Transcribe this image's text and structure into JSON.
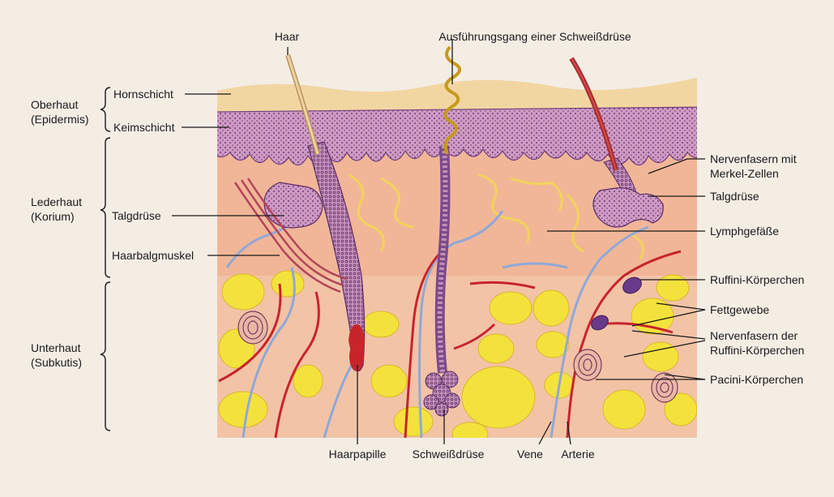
{
  "layers": {
    "oberhaut": {
      "name": "Oberhaut",
      "latin": "(Epidermis)"
    },
    "lederhaut": {
      "name": "Lederhaut",
      "latin": "(Korium)"
    },
    "unterhaut": {
      "name": "Unterhaut",
      "latin": "(Subkutis)"
    }
  },
  "labels": {
    "hornschicht": "Hornschicht",
    "keimschicht": "Keimschicht",
    "talgdruese_left": "Talgdrüse",
    "haarbalgmuskel": "Haarbalgmuskel",
    "haar": "Haar",
    "ausfuehrungsgang": "Ausführungsgang einer Schweißdrüse",
    "nervenfasern_merkel_1": "Nervenfasern mit",
    "nervenfasern_merkel_2": "Merkel-Zellen",
    "talgdruese_right": "Talgdrüse",
    "lymphgefaesse": "Lymphgefäße",
    "ruffini": "Ruffini-Körperchen",
    "fettgewebe": "Fettgewebe",
    "nervenfasern_ruffini_1": "Nervenfasern der",
    "nervenfasern_ruffini_2": "Ruffini-Körperchen",
    "pacini": "Pacini-Körperchen",
    "haarpapille": "Haarpapille",
    "schweissdruese": "Schweißdrüse",
    "vene": "Vene",
    "arterie": "Arterie"
  },
  "colors": {
    "background": "#f3ede4",
    "horny_layer": "#f2d6a2",
    "germinal_layer": "#c690b8",
    "dermis": "#f1b697",
    "subcutis": "#f3c3a6",
    "fat": "#f4e23c",
    "artery": "#c8242b",
    "vein": "#8fa8d8",
    "gland": "#7a4a8a",
    "hair": "#e3c48e",
    "leader": "#1a1a1a"
  }
}
